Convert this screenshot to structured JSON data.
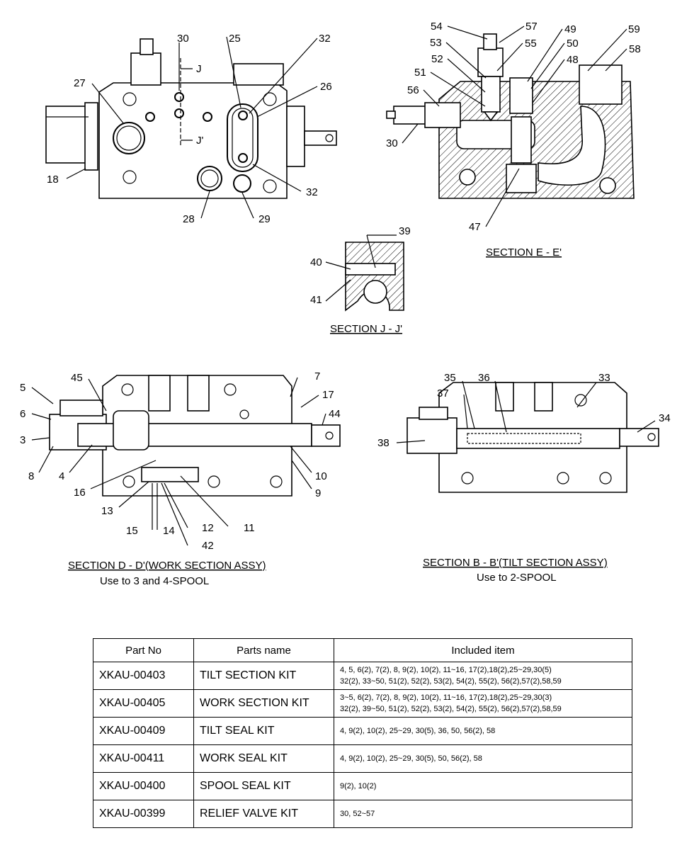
{
  "callouts": {
    "top_left": [
      "30",
      "25",
      "32",
      "27",
      "26",
      "18",
      "32",
      "28",
      "29"
    ],
    "section_marks": [
      "J",
      "J'"
    ],
    "top_right": [
      "54",
      "57",
      "49",
      "59",
      "53",
      "55",
      "50",
      "58",
      "52",
      "48",
      "51",
      "56",
      "30",
      "47"
    ],
    "section_jj": [
      "39",
      "40",
      "41"
    ],
    "section_dd": [
      "5",
      "45",
      "7",
      "17",
      "6",
      "44",
      "3",
      "8",
      "4",
      "10",
      "9",
      "16",
      "13",
      "11",
      "12",
      "15",
      "14",
      "42"
    ],
    "section_bb": [
      "35",
      "36",
      "33",
      "37",
      "34",
      "38"
    ]
  },
  "captions": {
    "section_ee": "SECTION E - E'",
    "section_jj": "SECTION J - J'",
    "section_dd_title": "SECTION D - D'(WORK SECTION ASSY)",
    "section_dd_sub": "Use to 3 and 4-SPOOL",
    "section_bb_title": "SECTION B - B'(TILT SECTION ASSY)",
    "section_bb_sub": "Use to 2-SPOOL"
  },
  "table": {
    "headers": [
      "Part No",
      "Parts name",
      "Included item"
    ],
    "rows": [
      {
        "part_no": "XKAU-00403",
        "name": "TILT SECTION KIT",
        "items": [
          "4, 5, 6(2), 7(2), 8, 9(2), 10(2), 11~16, 17(2),18(2),25~29,30(5)",
          "32(2), 33~50, 51(2), 52(2), 53(2), 54(2), 55(2), 56(2),57(2),58,59"
        ]
      },
      {
        "part_no": "XKAU-00405",
        "name": "WORK SECTION KIT",
        "items": [
          "3~5, 6(2), 7(2), 8, 9(2), 10(2), 11~16, 17(2),18(2),25~29,30(3)",
          "32(2), 39~50, 51(2), 52(2), 53(2), 54(2), 55(2), 56(2),57(2),58,59"
        ]
      },
      {
        "part_no": "XKAU-00409",
        "name": "TILT SEAL KIT",
        "items": [
          "4, 9(2), 10(2), 25~29, 30(5), 36, 50, 56(2), 58"
        ]
      },
      {
        "part_no": "XKAU-00411",
        "name": "WORK SEAL KIT",
        "items": [
          "4, 9(2), 10(2), 25~29, 30(5), 50, 56(2), 58"
        ]
      },
      {
        "part_no": "XKAU-00400",
        "name": "SPOOL SEAL KIT",
        "items": [
          "9(2), 10(2)"
        ]
      },
      {
        "part_no": "XKAU-00399",
        "name": "RELIEF VALVE KIT",
        "items": [
          "30, 52~57"
        ]
      }
    ]
  }
}
